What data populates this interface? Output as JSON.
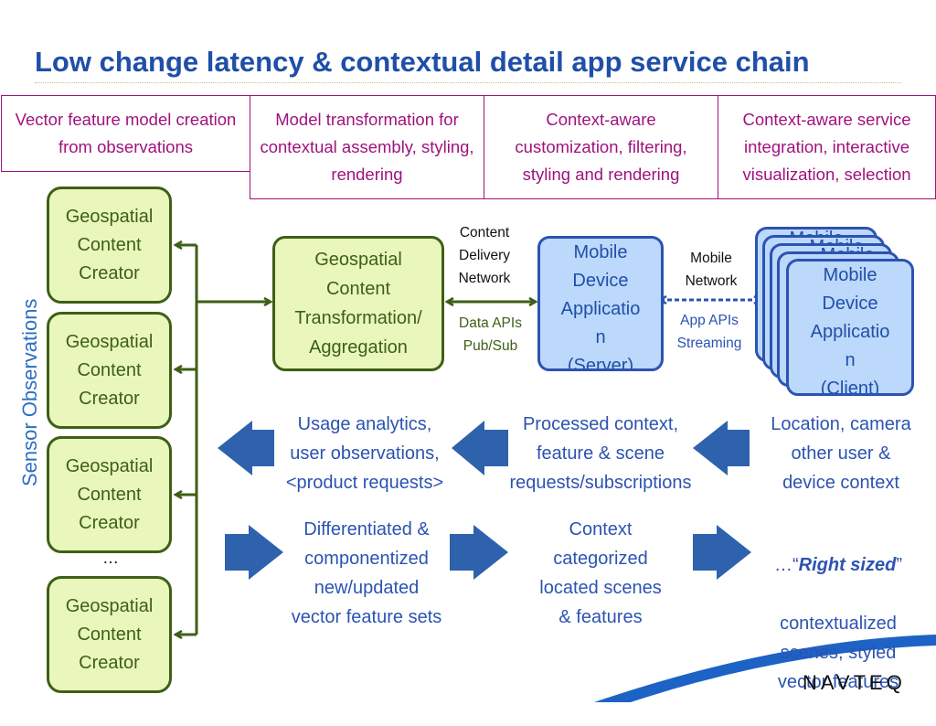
{
  "title": "Low change latency & contextual detail app service chain",
  "header_boxes": [
    "Vector feature model creation from observations",
    "Model transformation for contextual assembly, styling, rendering",
    "Context-aware customization, filtering, styling and rendering",
    "Context-aware service integration, interactive visualization, selection"
  ],
  "sensor_label": "Sensor Observations",
  "creators": [
    "Geospatial\nContent\nCreator",
    "Geospatial\nContent\nCreator",
    "Geospatial\nContent\nCreator",
    "Geospatial\nContent\nCreator"
  ],
  "ellipsis": "…",
  "transformation_box": "Geospatial\nContent\nTransformation/\nAggregation",
  "cdn_label": "Content\nDelivery\nNetwork",
  "data_apis": "Data APIs\nPub/Sub",
  "server_box": "Mobile\nDevice\nApplicatio\nn\n(Server)",
  "mobile_network": "Mobile\nNetwork",
  "app_apis": "App APIs\nStreaming",
  "client_box": "Mobile\nDevice\nApplicatio\nn\n(Client)",
  "client_stack_text": "Mobile",
  "upstream_flow": [
    "Usage analytics,\nuser observations,\n<product requests>",
    "Processed context,\nfeature & scene\nrequests/subscriptions",
    "Location, camera\nother user &\ndevice context"
  ],
  "downstream_flow": [
    "Differentiated &\ncomponentized\nnew/updated\nvector feature sets",
    "Context\ncategorized\nlocated scenes\n& features"
  ],
  "right_sized": {
    "prefix": "…“",
    "bold": "Right sized",
    "suffix": "”",
    "rest": "contextualized\nscenes, styled\nvector features"
  },
  "logo": "NAVTEQ",
  "colors": {
    "title": "#1f4fa8",
    "header_border": "#a0127e",
    "green_border": "#3e5f16",
    "green_fill": "#e9f7bc",
    "blue_border": "#2c53b2",
    "blue_fill": "#bcd8fb",
    "arrow_blue": "#2e62ad"
  }
}
